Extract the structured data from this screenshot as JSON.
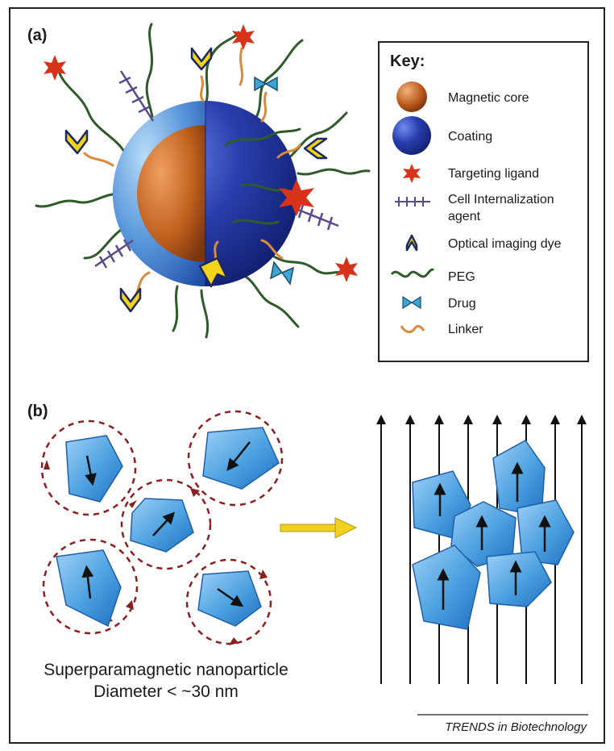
{
  "panel_a": {
    "label": "(a)",
    "key": {
      "title": "Key:",
      "items": [
        {
          "icon": "magnetic-core-icon",
          "label_lines": [
            "Magnetic core"
          ]
        },
        {
          "icon": "coating-icon",
          "label_lines": [
            "Coating"
          ]
        },
        {
          "icon": "targeting-ligand-icon",
          "label_lines": [
            "Targeting ligand"
          ]
        },
        {
          "icon": "cell-internalization-agent-icon",
          "label_lines": [
            "Cell Internalization",
            "agent"
          ]
        },
        {
          "icon": "optical-imaging-dye-icon",
          "label_lines": [
            "Optical imaging dye"
          ]
        },
        {
          "icon": "peg-icon",
          "label_lines": [
            "PEG"
          ]
        },
        {
          "icon": "drug-icon",
          "label_lines": [
            "Drug"
          ]
        },
        {
          "icon": "linker-icon",
          "label_lines": [
            "Linker"
          ]
        }
      ]
    }
  },
  "panel_b": {
    "label": "(b)",
    "caption_lines": [
      "Superparamagnetic nanoparticle",
      "Diameter < ~30 nm"
    ]
  },
  "credit": "TRENDS in Biotechnology",
  "colors": {
    "core": "#b8581a",
    "coating": "#1c2f96",
    "coating_light": "#7fb3e8",
    "ligand": "#d9321a",
    "agent": "#5a4a8c",
    "dye": "#f2d21a",
    "peg": "#2f5a2a",
    "drug": "#3ba6d0",
    "linker": "#d98a3a",
    "crystal": "#4aa0e0",
    "dashed": "#8a1f1f",
    "arrow_yellow": "#f0d020"
  }
}
